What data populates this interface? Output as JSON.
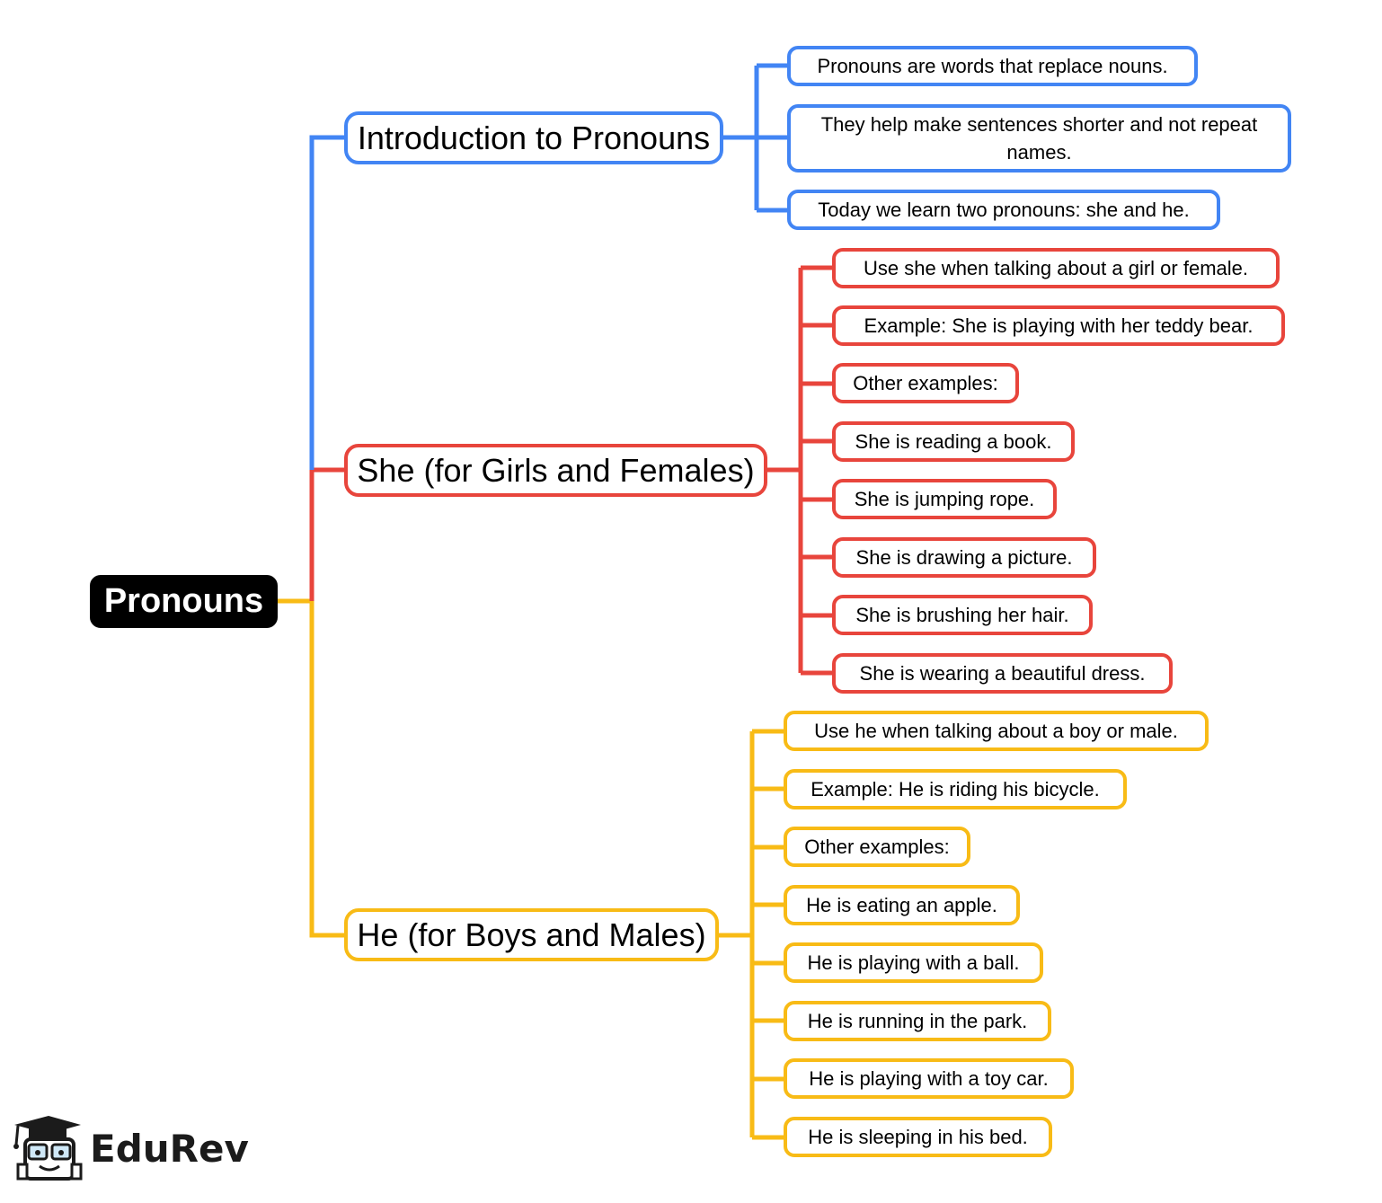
{
  "colors": {
    "intro": "#4285f4",
    "she": "#e8453c",
    "he": "#f8bb16",
    "root": "#000000"
  },
  "root": {
    "label": "Pronouns"
  },
  "intro": {
    "label": "Introduction to Pronouns",
    "items": [
      "Pronouns are words that replace nouns.",
      "They help make sentences shorter and not repeat names.",
      "Today we learn two pronouns: she and he."
    ]
  },
  "she": {
    "label": "She (for Girls and Females)",
    "items": [
      "Use she when talking about a girl or female.",
      "Example: She is playing with her teddy bear.",
      "Other examples:",
      "She is reading a book.",
      "She is jumping rope.",
      "She is drawing a picture.",
      "She is brushing her hair.",
      "She is wearing a beautiful dress."
    ]
  },
  "he": {
    "label": "He (for Boys and Males)",
    "items": [
      "Use he when talking about a boy or male.",
      "Example: He is riding his bicycle.",
      "Other examples:",
      "He is eating an apple.",
      "He is playing with a ball.",
      "He is running in the park.",
      "He is playing with a toy car.",
      "He is sleeping in his bed."
    ]
  },
  "logo": {
    "text": "EduRev",
    "icon": "graduate-mascot-icon"
  }
}
